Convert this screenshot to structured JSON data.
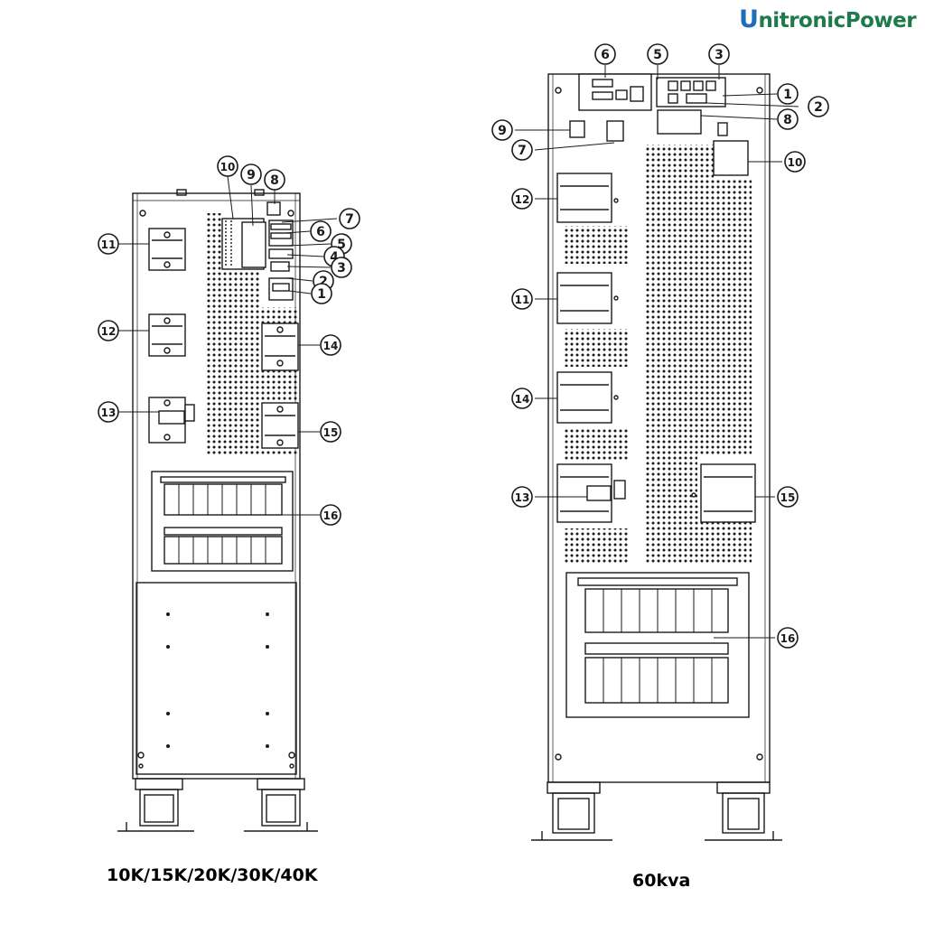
{
  "brand": {
    "logo_first": "U",
    "logo_rest": "nitronicPower"
  },
  "captions": {
    "left": "10K/15K/20K/30K/40K",
    "right": "60kva"
  },
  "left_cabinet": {
    "callouts": [
      {
        "n": "10"
      },
      {
        "n": "9"
      },
      {
        "n": "8"
      },
      {
        "n": "7"
      },
      {
        "n": "6"
      },
      {
        "n": "5"
      },
      {
        "n": "4"
      },
      {
        "n": "3"
      },
      {
        "n": "2"
      },
      {
        "n": "1"
      },
      {
        "n": "11"
      },
      {
        "n": "12"
      },
      {
        "n": "13"
      },
      {
        "n": "14"
      },
      {
        "n": "15"
      },
      {
        "n": "16"
      }
    ]
  },
  "right_cabinet": {
    "callouts": [
      {
        "n": "6"
      },
      {
        "n": "5"
      },
      {
        "n": "3"
      },
      {
        "n": "1"
      },
      {
        "n": "2"
      },
      {
        "n": "8"
      },
      {
        "n": "9"
      },
      {
        "n": "7"
      },
      {
        "n": "10"
      },
      {
        "n": "12"
      },
      {
        "n": "11"
      },
      {
        "n": "14"
      },
      {
        "n": "13"
      },
      {
        "n": "15"
      },
      {
        "n": "16"
      }
    ]
  },
  "colors": {
    "line": "#1a1a1a",
    "logo_green": "#1e7a4a",
    "logo_blue": "#1c6fb8"
  }
}
